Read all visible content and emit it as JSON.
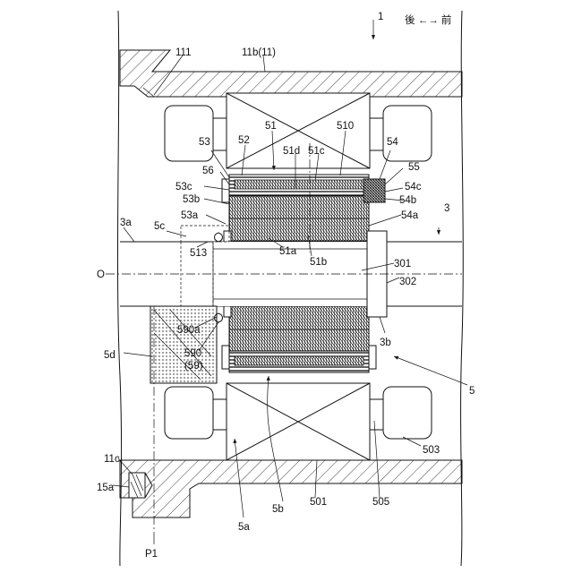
{
  "figure": {
    "direction_label": "後 ←→ 前",
    "labels": {
      "l1": "1",
      "l111": "111",
      "l11b": "11b(11)",
      "l51": "51",
      "l510": "510",
      "l52": "52",
      "l53": "53",
      "l54": "54",
      "l51d": "51d",
      "l51c": "51c",
      "l56": "56",
      "l55": "55",
      "l53c": "53c",
      "l53b": "53b",
      "l54c": "54c",
      "l54b": "54b",
      "l53a": "53a",
      "l54a": "54a",
      "l3": "3",
      "l3a": "3a",
      "l5c": "5c",
      "l513": "513",
      "l51a": "51a",
      "l51b": "51b",
      "lO": "O",
      "l301": "301",
      "l302": "302",
      "l590a": "590a",
      "l3b": "3b",
      "l5d": "5d",
      "l590": "590",
      "l59": "(59)",
      "l5": "5",
      "l503": "503",
      "l11c": "11c",
      "l15a": "15a",
      "l501": "501",
      "l505": "505",
      "l5b": "5b",
      "l5a": "5a",
      "lP1": "P1"
    }
  },
  "colors": {
    "line": "#111111",
    "background": "#ffffff"
  }
}
